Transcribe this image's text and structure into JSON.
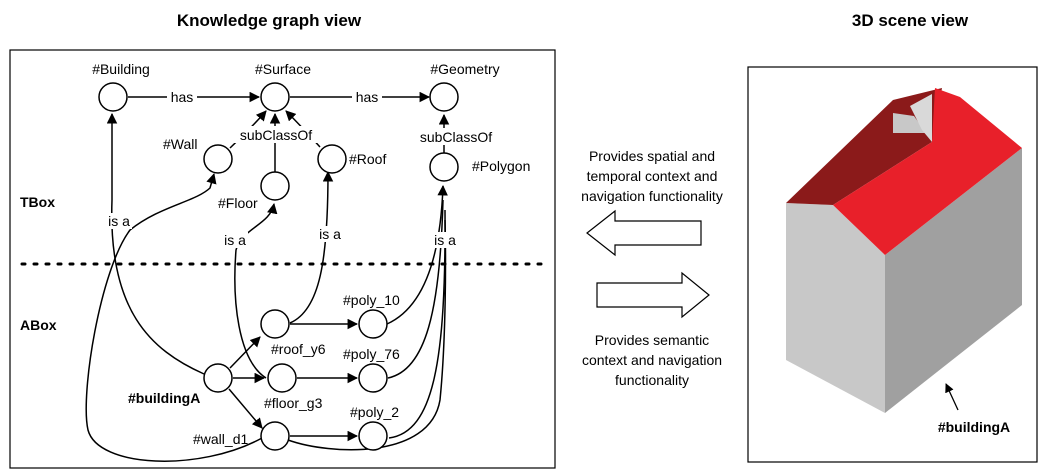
{
  "headings": {
    "knowledge_graph": "Knowledge graph view",
    "scene_3d": "3D scene view"
  },
  "sections": {
    "tbox": "TBox",
    "abox": "ABox"
  },
  "classes": {
    "building": "#Building",
    "surface": "#Surface",
    "geometry": "#Geometry",
    "wall": "#Wall",
    "floor": "#Floor",
    "roof": "#Roof",
    "polygon": "#Polygon"
  },
  "instances": {
    "building_a": "#buildingA",
    "roof": "#roof_y6",
    "floor": "#floor_g3",
    "wall": "#wall_d1",
    "poly_10": "#poly_10",
    "poly_76": "#poly_76",
    "poly_2": "#poly_2"
  },
  "edge_labels": {
    "has": "has",
    "subclass_of": "subClassOf",
    "is_a": "is a"
  },
  "arrows": {
    "to_graph": [
      "Provides spatial and",
      "temporal context and",
      "navigation functionality"
    ],
    "to_scene": [
      "Provides semantic",
      "context and navigation",
      "functionality"
    ]
  },
  "scene_label": "#buildingA",
  "colors": {
    "roof_front": "#e8202a",
    "roof_side": "#8b1a1a",
    "wall_front": "#c8c8c8",
    "wall_side": "#a0a0a0"
  }
}
